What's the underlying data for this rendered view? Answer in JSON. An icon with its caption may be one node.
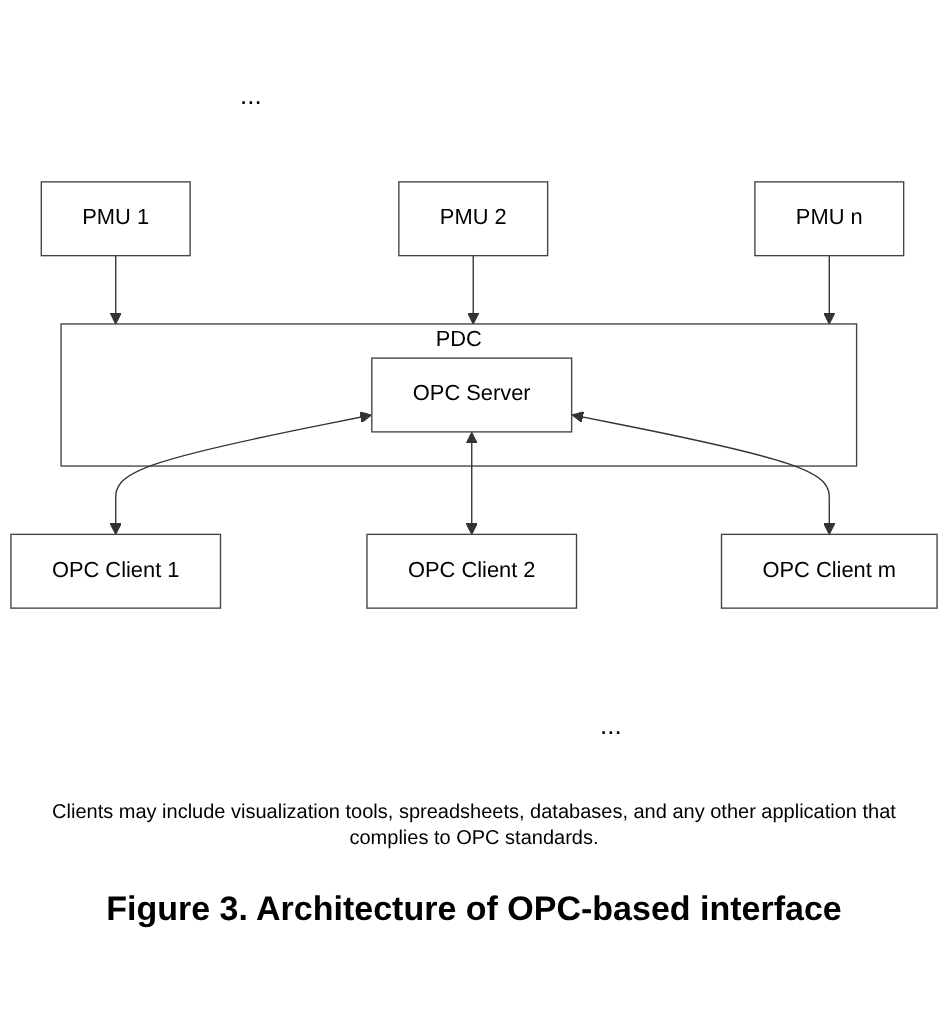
{
  "diagram": {
    "caption": "Figure 3. Architecture of OPC-based interface",
    "nodes": [
      {
        "text": [
          "PMU 1"
        ]
      },
      {
        "text": [
          "PMU 2"
        ]
      },
      {
        "text": [
          "PMU n"
        ]
      },
      {
        "text": [
          "PDC"
        ]
      },
      {
        "text": [
          "OPC Server"
        ],
        "in": 3
      },
      {
        "text": [
          "OPC Client 1"
        ]
      },
      {
        "text": [
          "OPC Client 2"
        ]
      },
      {
        "text": [
          "OPC Client m"
        ]
      }
    ],
    "edges": [
      {
        "from": 0,
        "to": 3,
        "arrow": "to"
      },
      {
        "from": 1,
        "to": 3,
        "arrow": "to"
      },
      {
        "from": 2,
        "to": 3,
        "arrow": "to"
      },
      {
        "from": 4,
        "to": 5,
        "arrow": "both"
      },
      {
        "from": 4,
        "to": 6,
        "arrow": "both"
      },
      {
        "from": 4,
        "to": 7,
        "arrow": "both"
      }
    ],
    "labels": [
      "...",
      "...",
      "Clients may include visualization tools, spreadsheets, databases, and any other application that complies to OPC standards."
    ]
  }
}
